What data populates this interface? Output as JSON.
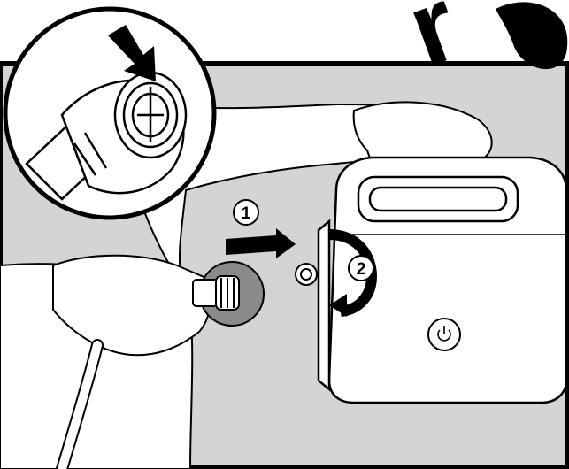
{
  "figure": {
    "colors": {
      "background_panel": "#d4d4d4",
      "outline": "#000000",
      "fill_white": "#ffffff",
      "shadow_gray": "#8a8a8a"
    },
    "steps": [
      {
        "number": "1",
        "action": "push"
      },
      {
        "number": "2",
        "action": "twist"
      }
    ],
    "watermark_text": "r",
    "icons": [
      "arrow-icon",
      "power-icon",
      "rotate-arrow-icon"
    ]
  }
}
